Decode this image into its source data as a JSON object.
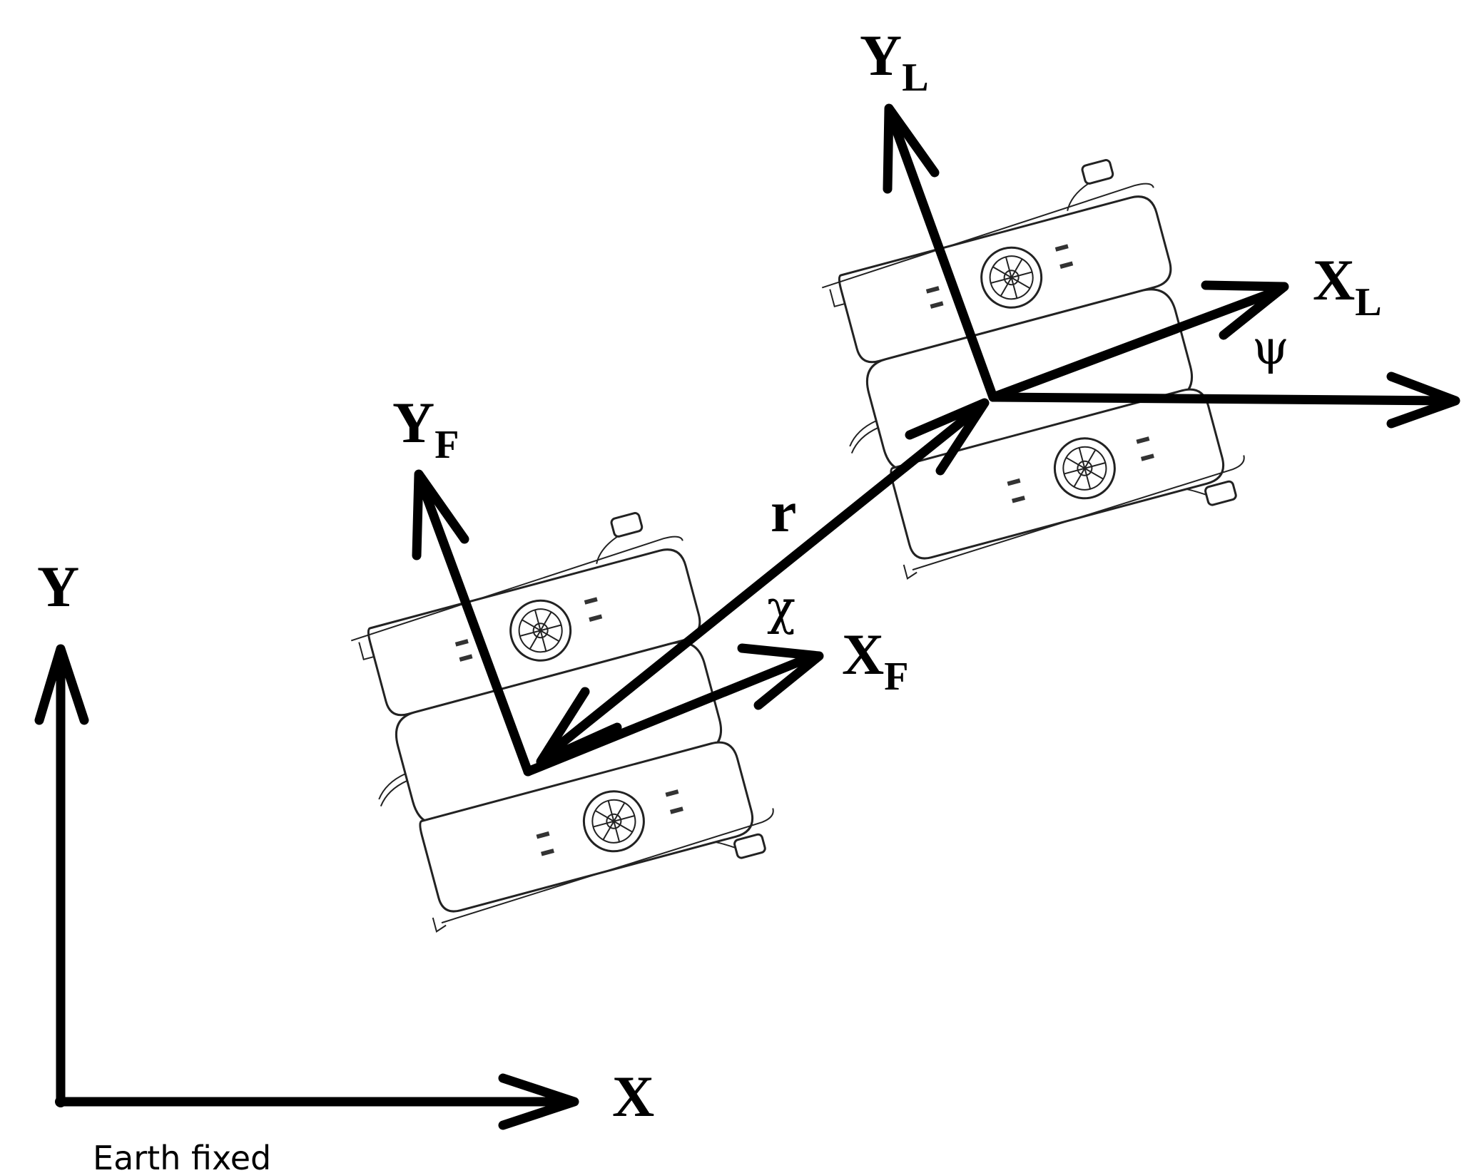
{
  "earth_frame": {
    "x_label": "X",
    "y_label": "Y",
    "caption": "Earth fixed"
  },
  "follower_frame": {
    "x_label_main": "X",
    "x_label_sub": "F",
    "y_label_main": "Y",
    "y_label_sub": "F"
  },
  "leader_frame": {
    "x_label_main": "X",
    "x_label_sub": "L",
    "y_label_main": "Y",
    "y_label_sub": "L"
  },
  "relative_vector": {
    "label": "r",
    "bearing_angle_symbol": "χ",
    "heading_angle_symbol": "ψ"
  },
  "icons": [
    "rov-vehicle-icon"
  ],
  "colors": {
    "ink": "#000000",
    "background": "#ffffff"
  }
}
